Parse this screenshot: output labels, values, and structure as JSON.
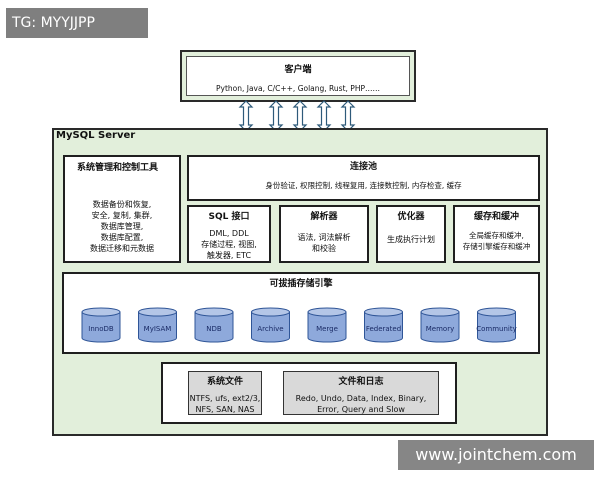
{
  "watermark_top": "TG: MYYJJPP",
  "watermark_bottom": "www.jointchem.com",
  "client": {
    "title": "客户端",
    "languages": "Python, Java, C/C++, Golang, Rust, PHP……"
  },
  "server": {
    "title": "MySQL Server",
    "management": {
      "title": "系统管理和控制工具",
      "items": [
        "数据备份和恢复,",
        "安全, 复制, 集群,",
        "数据库管理,",
        "数据库配置,",
        "数据迁移和元数据"
      ]
    },
    "pool": {
      "title": "连接池",
      "desc": "身份验证, 权限控制, 线程复用, 连接数控制, 内存检查, 缓存"
    },
    "sql_interface": {
      "title": "SQL 接口",
      "items": [
        "DML, DDL",
        "存储过程, 视图,",
        "触发器, ETC"
      ]
    },
    "parser": {
      "title": "解析器",
      "items": [
        "语法, 词法解析",
        "和校验"
      ]
    },
    "optimizer": {
      "title": "优化器",
      "items": [
        "生成执行计划"
      ]
    },
    "cache": {
      "title": "缓存和缓冲",
      "items": [
        "全局缓存和缓冲,",
        "存储引擎缓存和缓冲"
      ]
    },
    "storage": {
      "title": "可拔插存储引擎",
      "engines": [
        "InnoDB",
        "MyISAM",
        "NDB",
        "Archive",
        "Merge",
        "Federated",
        "Memory",
        "Community"
      ]
    },
    "filesystem": {
      "title": "系统文件",
      "items": [
        "NTFS, ufs, ext2/3,",
        "NFS, SAN, NAS"
      ]
    },
    "files_logs": {
      "title": "文件和日志",
      "items": [
        "Redo, Undo, Data, Index, Binary,",
        "Error, Query and Slow"
      ]
    }
  },
  "colors": {
    "panel_green": "#e2efdb",
    "cylinder_fill": "#8ea9db",
    "cylinder_top": "#b4c6e7",
    "cylinder_stroke": "#2f5597"
  }
}
